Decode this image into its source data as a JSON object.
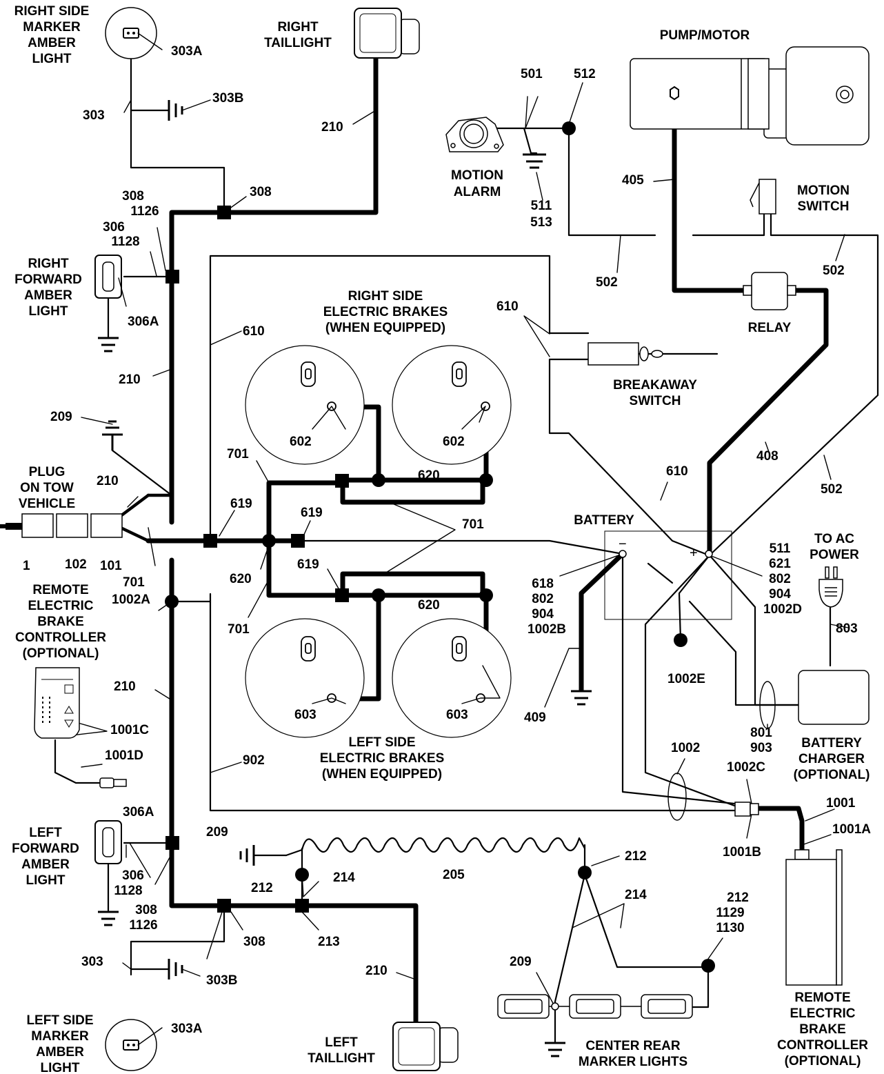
{
  "components": {
    "right_side_marker": [
      "RIGHT SIDE",
      "MARKER",
      "AMBER",
      "LIGHT"
    ],
    "right_taillight": [
      "RIGHT",
      "TAILLIGHT"
    ],
    "pump_motor": [
      "PUMP/MOTOR"
    ],
    "motion_alarm": [
      "MOTION",
      "ALARM"
    ],
    "motion_switch": [
      "MOTION",
      "SWITCH"
    ],
    "relay": [
      "RELAY"
    ],
    "right_forward_amber": [
      "RIGHT",
      "FORWARD",
      "AMBER",
      "LIGHT"
    ],
    "right_side_brakes": [
      "RIGHT SIDE",
      "ELECTRIC BRAKES",
      "(WHEN EQUIPPED)"
    ],
    "breakaway_switch": [
      "BREAKAWAY",
      "SWITCH"
    ],
    "plug": [
      "PLUG",
      "ON TOW",
      "VEHICLE"
    ],
    "battery": [
      "BATTERY"
    ],
    "to_ac_power": [
      "TO AC",
      "POWER"
    ],
    "remote_controller_left": [
      "REMOTE",
      "ELECTRIC",
      "BRAKE",
      "CONTROLLER",
      "(OPTIONAL)"
    ],
    "left_side_brakes": [
      "LEFT SIDE",
      "ELECTRIC BRAKES",
      "(WHEN EQUIPPED)"
    ],
    "battery_charger": [
      "BATTERY",
      "CHARGER",
      "(OPTIONAL)"
    ],
    "left_forward_amber": [
      "LEFT",
      "FORWARD",
      "AMBER",
      "LIGHT"
    ],
    "remote_controller_right": [
      "REMOTE",
      "ELECTRIC",
      "BRAKE",
      "CONTROLLER",
      "(OPTIONAL)"
    ],
    "left_side_marker": [
      "LEFT SIDE",
      "MARKER",
      "AMBER",
      "LIGHT"
    ],
    "left_taillight": [
      "LEFT",
      "TAILLIGHT"
    ],
    "center_rear_markers": [
      "CENTER REAR",
      "MARKER LIGHTS"
    ]
  },
  "wire_labels": {
    "w303A_top": "303A",
    "w303B_top": "303B",
    "w303_top": "303",
    "w210_tail_r": "210",
    "w308_top": "308",
    "w308_1126_top": [
      "308",
      "1126"
    ],
    "w306_1128_top": [
      "306",
      "1128"
    ],
    "w306A_top": "306A",
    "w210_left_upper": "210",
    "w501": "501",
    "w512": "512",
    "w511_513": [
      "511",
      "513"
    ],
    "w405": "405",
    "w502_mid": "502",
    "w502_right_top": "502",
    "w502_right_bot": "502",
    "w610_left": "610",
    "w610_top": "610",
    "w610_mid": "610",
    "w602_a": "602",
    "w602_b": "602",
    "w209_top": "209",
    "w701_top": "701",
    "w210_plug": "210",
    "w619_a": "619",
    "w619_b": "619",
    "w619_c": "619",
    "w620_top": "620",
    "w620_mid": "620",
    "w620_bot": "620",
    "w701_right": "701",
    "w408": "408",
    "w1": "1",
    "w102": "102",
    "w101": "101",
    "w701_plug": "701",
    "w701_bot": "701",
    "w618_group": [
      "618",
      "802",
      "904",
      "1002B"
    ],
    "w511_group": [
      "511",
      "621",
      "802",
      "904",
      "1002D"
    ],
    "w1002A": "1002A",
    "w803": "803",
    "w1002E": "1002E",
    "w409": "409",
    "w603_a": "603",
    "w603_b": "603",
    "w210_left_mid": "210",
    "w1001C": "1001C",
    "w1001D": "1001D",
    "w801_903": [
      "801",
      "903"
    ],
    "w1002": "1002",
    "w1002C": "1002C",
    "w902": "902",
    "w1001": "1001",
    "w1001A": "1001A",
    "w1001B": "1001B",
    "w306A_bot": "306A",
    "w306_1128_bot": [
      "306",
      "1128"
    ],
    "w308_1126_bot": [
      "308",
      "1126"
    ],
    "w209_mid": "209",
    "w212_a": "212",
    "w214_a": "214",
    "w205": "205",
    "w212_b": "212",
    "w214_b": "214",
    "w212_group": [
      "212",
      "1129",
      "1130"
    ],
    "w308_bot": "308",
    "w213": "213",
    "w303_bot": "303",
    "w303B_bot": "303B",
    "w210_tail_l": "210",
    "w209_bot": "209",
    "w303A_bot": "303A"
  },
  "battery_signs": {
    "minus": "−",
    "plus": "+"
  },
  "icons": [
    "ground-symbol",
    "marker-light",
    "taillight",
    "pump-motor",
    "motion-alarm",
    "relay",
    "breakaway-switch",
    "brake-magnet",
    "plug-connector",
    "ac-plug",
    "brake-controller"
  ]
}
